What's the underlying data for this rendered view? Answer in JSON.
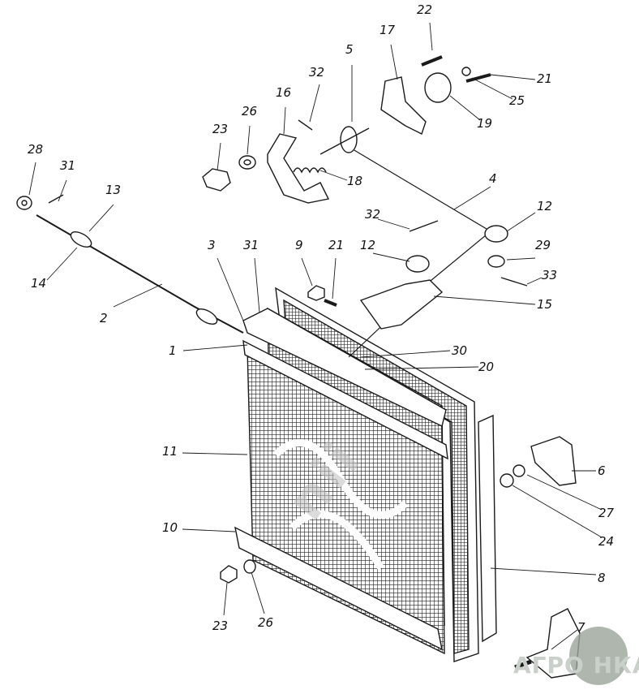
{
  "diagram": {
    "type": "exploded-view parts diagram",
    "callouts": [
      "22",
      "17",
      "5",
      "21",
      "25",
      "19",
      "32",
      "16",
      "26",
      "23",
      "18",
      "4",
      "28",
      "31",
      "13",
      "12",
      "32",
      "12",
      "29",
      "3",
      "31",
      "9",
      "21",
      "33",
      "14",
      "2",
      "15",
      "1",
      "30",
      "20",
      "11",
      "6",
      "27",
      "24",
      "10",
      "8",
      "23",
      "26",
      "7"
    ],
    "watermark_text": "nii",
    "logo_text": "АГРОТЕХНИКА",
    "corner_mark": "",
    "line_color": "#1a1a1a"
  }
}
